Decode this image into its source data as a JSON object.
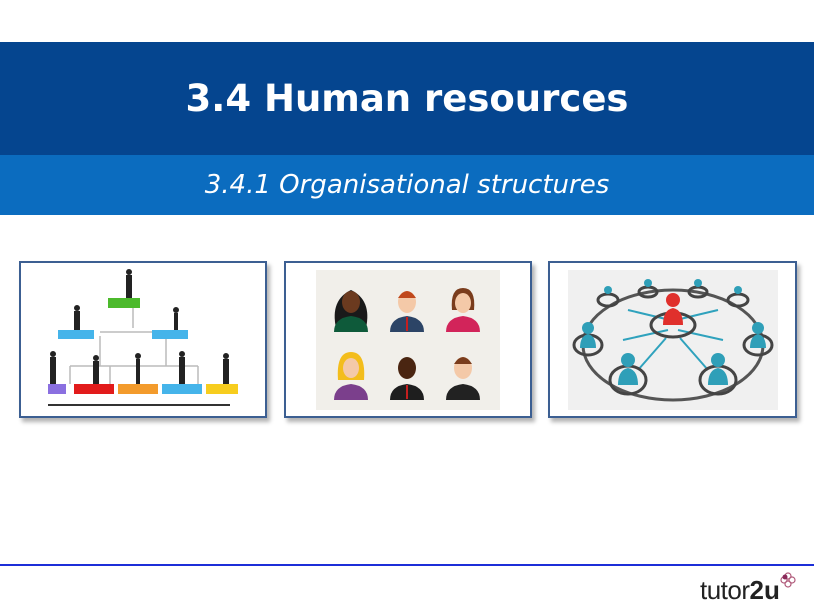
{
  "slide": {
    "title": "3.4 Human resources",
    "subtitle": "3.4.1 Organisational structures"
  },
  "images": [
    {
      "icon": "org-chart-hierarchy-image"
    },
    {
      "icon": "people-avatars-image"
    },
    {
      "icon": "network-people-image"
    }
  ],
  "footer": {
    "logo_text_light": "tutor",
    "logo_text_bold": "2u"
  },
  "colors": {
    "title_band": "#05458f",
    "subtitle_band": "#0b6cbf",
    "frame_border": "#3c5f92",
    "rule": "#1c2ed8"
  }
}
